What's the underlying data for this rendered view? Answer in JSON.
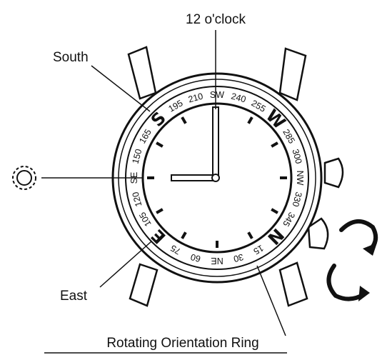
{
  "labels": {
    "twelve_oclock": "12 o'clock",
    "south": "South",
    "east": "East",
    "rotating_ring": "Rotating Orientation Ring"
  },
  "ring": [
    {
      "text": "SW",
      "deg": 0,
      "kind": "small"
    },
    {
      "text": "240",
      "deg": 15,
      "kind": "small"
    },
    {
      "text": "255",
      "deg": 30,
      "kind": "small"
    },
    {
      "text": "W",
      "deg": 45,
      "kind": "cardinal"
    },
    {
      "text": "285",
      "deg": 60,
      "kind": "small"
    },
    {
      "text": "300",
      "deg": 75,
      "kind": "small"
    },
    {
      "text": "NW",
      "deg": 90,
      "kind": "small"
    },
    {
      "text": "330",
      "deg": 105,
      "kind": "small"
    },
    {
      "text": "345",
      "deg": 120,
      "kind": "small"
    },
    {
      "text": "N",
      "deg": 135,
      "kind": "cardinal"
    },
    {
      "text": "15",
      "deg": 150,
      "kind": "small"
    },
    {
      "text": "30",
      "deg": 165,
      "kind": "small"
    },
    {
      "text": "NE",
      "deg": 180,
      "kind": "small"
    },
    {
      "text": "60",
      "deg": 195,
      "kind": "small"
    },
    {
      "text": "75",
      "deg": 210,
      "kind": "small"
    },
    {
      "text": "E",
      "deg": 225,
      "kind": "cardinal"
    },
    {
      "text": "105",
      "deg": 240,
      "kind": "small"
    },
    {
      "text": "120",
      "deg": 255,
      "kind": "small"
    },
    {
      "text": "SE",
      "deg": 270,
      "kind": "small"
    },
    {
      "text": "150",
      "deg": 285,
      "kind": "small"
    },
    {
      "text": "165",
      "deg": 300,
      "kind": "small"
    },
    {
      "text": "S",
      "deg": 315,
      "kind": "cardinal"
    },
    {
      "text": "195",
      "deg": 330,
      "kind": "small"
    },
    {
      "text": "210",
      "deg": 345,
      "kind": "small"
    }
  ]
}
